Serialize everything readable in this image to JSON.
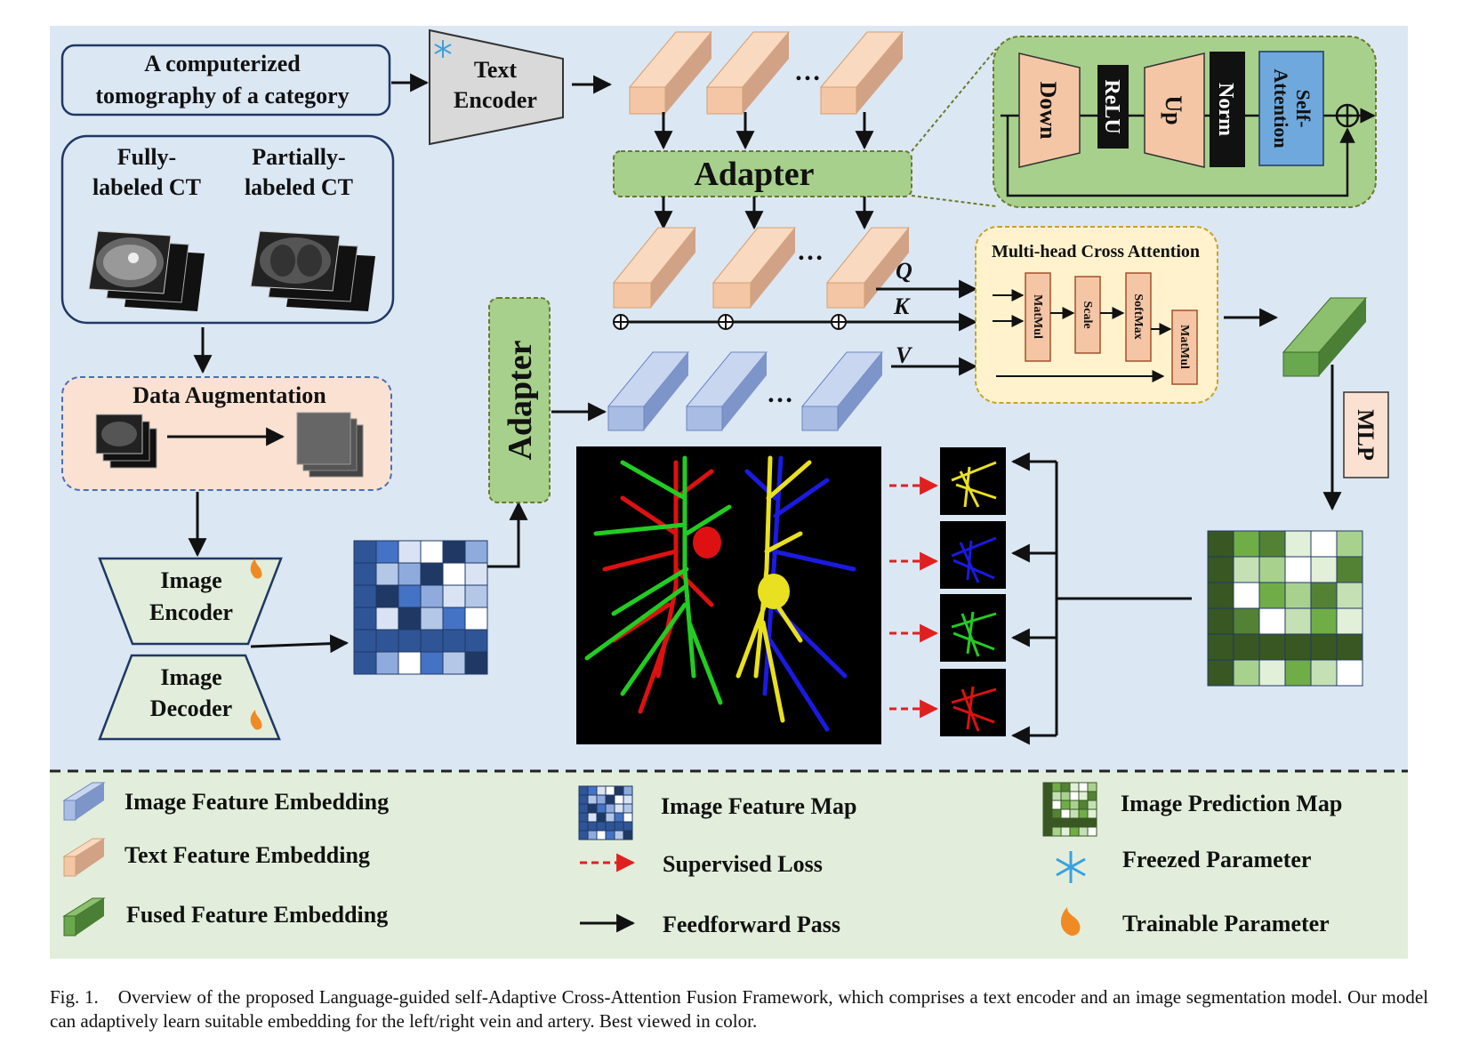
{
  "diagram": {
    "prompt_box": {
      "line1": "A computerized",
      "line2": "tomography of a category"
    },
    "text_encoder": {
      "line1": "Text",
      "line2": "Encoder"
    },
    "ct_box": {
      "left_line1": "Fully-",
      "left_line2": "labeled CT",
      "right_line1": "Partially-",
      "right_line2": "labeled CT"
    },
    "data_augmentation": "Data  Augmentation",
    "image_encoder": {
      "line1": "Image",
      "line2": "Encoder"
    },
    "image_decoder": {
      "line1": "Image",
      "line2": "Decoder"
    },
    "adapter_text": "Adapter",
    "adapter_image": "Adapter",
    "ellipsis": "…",
    "adapter_detail": {
      "down": "Down",
      "relu": "ReLU",
      "up": "Up",
      "norm": "Norm",
      "attention_line1": "Self-",
      "attention_line2": "Attention"
    },
    "cross_attention": {
      "title": "Multi-head Cross Attention",
      "matmul1": "MatMul",
      "scale": "Scale",
      "softmax": "SoftMax",
      "matmul2": "MatMul"
    },
    "qkv": {
      "q": "Q",
      "k": "K",
      "v": "V"
    },
    "mlp": "MLP"
  },
  "legend": {
    "image_feature_embedding": "Image Feature Embedding",
    "text_feature_embedding": "Text Feature Embedding",
    "fused_feature_embedding": "Fused Feature  Embedding",
    "image_feature_map": "Image Feature Map",
    "supervised_loss": "Supervised Loss",
    "feedforward_pass": "Feedforward Pass",
    "image_prediction_map": "Image Prediction Map",
    "freezed_parameter": "Freezed Parameter",
    "trainable_parameter": "Trainable Parameter"
  },
  "caption": {
    "fig": "Fig. 1.",
    "text": "Overview of the proposed Language-guided self-Adaptive Cross-Attention Fusion Framework, which comprises a text encoder and an image segmentation model. Our model can adaptively learn suitable embedding for the left/right vein and artery. Best viewed in color."
  },
  "colors": {
    "panel_bg": "#dce7f4",
    "legend_bg": "#e2eedb",
    "text_embed": "#f5c6a5",
    "image_embed": "#a9bde4",
    "fused_embed": "#6aa84f",
    "adapter": "#a7d08c",
    "cross_attn_bg": "#fff2cc",
    "attention_block": "#6fa8dc",
    "loss_red": "#e02020",
    "vessel_green": "#22cc22",
    "vessel_red": "#dd1111",
    "vessel_yellow": "#e8e020",
    "vessel_blue": "#1a1ae0"
  },
  "icons": [
    "snowflake-icon",
    "flame-icon",
    "plus-circle-icon",
    "arrow-icon"
  ]
}
